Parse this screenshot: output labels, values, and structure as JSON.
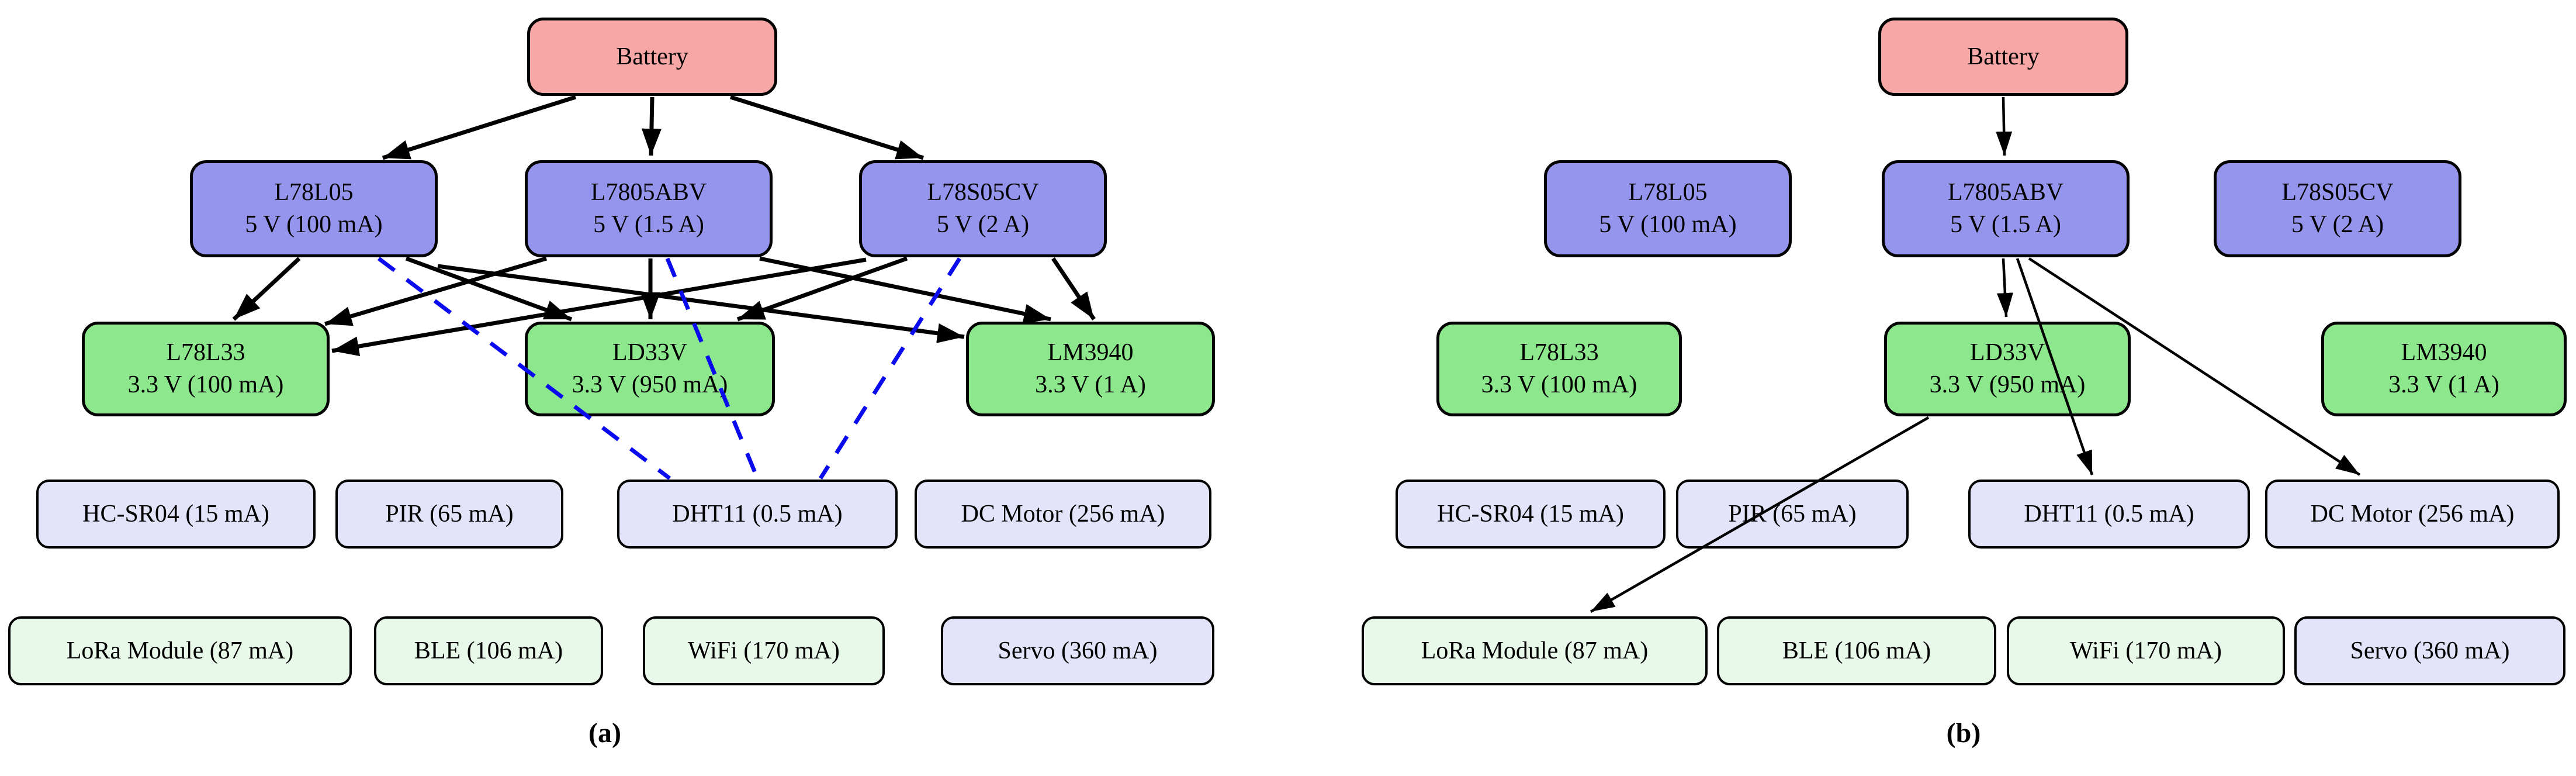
{
  "figure": {
    "palette": {
      "battery": "#F8A7A7",
      "regulator5v": "#9595ED",
      "regulator3v3": "#8DE88D",
      "lavender": "#E3E3FA",
      "mint": "#E9F9E9",
      "edge_solid": "#000000",
      "edge_dashed_blue": "#0A0AEE"
    },
    "panels": [
      {
        "id": "a",
        "caption": "(a)",
        "nodes": [
          {
            "id": "battery",
            "lines": [
              "Battery"
            ],
            "color": "battery"
          },
          {
            "id": "l78l05",
            "lines": [
              "L78L05",
              "5 V (100 mA)"
            ],
            "color": "regulator5v"
          },
          {
            "id": "l7805abv",
            "lines": [
              "L7805ABV",
              "5 V (1.5 A)"
            ],
            "color": "regulator5v"
          },
          {
            "id": "l78s05cv",
            "lines": [
              "L78S05CV",
              "5 V (2 A)"
            ],
            "color": "regulator5v"
          },
          {
            "id": "l78l33",
            "lines": [
              "L78L33",
              "3.3 V (100 mA)"
            ],
            "color": "regulator3v3"
          },
          {
            "id": "ld33v",
            "lines": [
              "LD33V",
              "3.3 V (950 mA)"
            ],
            "color": "regulator3v3"
          },
          {
            "id": "lm3940",
            "lines": [
              "LM3940",
              "3.3 V (1 A)"
            ],
            "color": "regulator3v3"
          },
          {
            "id": "hcsr04",
            "lines": [
              "HC-SR04 (15 mA)"
            ],
            "color": "lavender"
          },
          {
            "id": "pir",
            "lines": [
              "PIR (65 mA)"
            ],
            "color": "lavender"
          },
          {
            "id": "dht11",
            "lines": [
              "DHT11 (0.5 mA)"
            ],
            "color": "lavender"
          },
          {
            "id": "dcmotor",
            "lines": [
              "DC Motor (256 mA)"
            ],
            "color": "lavender"
          },
          {
            "id": "lora",
            "lines": [
              "LoRa Module (87 mA)"
            ],
            "color": "mint"
          },
          {
            "id": "ble",
            "lines": [
              "BLE (106 mA)"
            ],
            "color": "mint"
          },
          {
            "id": "wifi",
            "lines": [
              "WiFi (170 mA)"
            ],
            "color": "mint"
          },
          {
            "id": "servo",
            "lines": [
              "Servo (360 mA)"
            ],
            "color": "lavender"
          }
        ],
        "edges": [
          {
            "from": "battery",
            "to": "l78l05",
            "style": "solid"
          },
          {
            "from": "battery",
            "to": "l7805abv",
            "style": "solid"
          },
          {
            "from": "battery",
            "to": "l78s05cv",
            "style": "solid"
          },
          {
            "from": "l78l05",
            "to": "l78l33",
            "style": "solid"
          },
          {
            "from": "l78l05",
            "to": "ld33v",
            "style": "solid"
          },
          {
            "from": "l78l05",
            "to": "lm3940",
            "style": "solid"
          },
          {
            "from": "l7805abv",
            "to": "l78l33",
            "style": "solid"
          },
          {
            "from": "l7805abv",
            "to": "ld33v",
            "style": "solid"
          },
          {
            "from": "l7805abv",
            "to": "lm3940",
            "style": "solid"
          },
          {
            "from": "l78s05cv",
            "to": "l78l33",
            "style": "solid"
          },
          {
            "from": "l78s05cv",
            "to": "ld33v",
            "style": "solid"
          },
          {
            "from": "l78s05cv",
            "to": "lm3940",
            "style": "solid"
          },
          {
            "from": "l78l05",
            "to": "dht11",
            "style": "dashed"
          },
          {
            "from": "l7805abv",
            "to": "dht11",
            "style": "dashed"
          },
          {
            "from": "l78s05cv",
            "to": "dht11",
            "style": "dashed"
          }
        ]
      },
      {
        "id": "b",
        "caption": "(b)",
        "nodes": [
          {
            "id": "battery",
            "lines": [
              "Battery"
            ],
            "color": "battery"
          },
          {
            "id": "l78l05",
            "lines": [
              "L78L05",
              "5 V (100 mA)"
            ],
            "color": "regulator5v"
          },
          {
            "id": "l7805abv",
            "lines": [
              "L7805ABV",
              "5 V (1.5 A)"
            ],
            "color": "regulator5v"
          },
          {
            "id": "l78s05cv",
            "lines": [
              "L78S05CV",
              "5 V (2 A)"
            ],
            "color": "regulator5v"
          },
          {
            "id": "l78l33",
            "lines": [
              "L78L33",
              "3.3 V (100 mA)"
            ],
            "color": "regulator3v3"
          },
          {
            "id": "ld33v",
            "lines": [
              "LD33V",
              "3.3 V (950 mA)"
            ],
            "color": "regulator3v3"
          },
          {
            "id": "lm3940",
            "lines": [
              "LM3940",
              "3.3 V (1 A)"
            ],
            "color": "regulator3v3"
          },
          {
            "id": "hcsr04",
            "lines": [
              "HC-SR04 (15 mA)"
            ],
            "color": "lavender"
          },
          {
            "id": "pir",
            "lines": [
              "PIR (65 mA)"
            ],
            "color": "lavender"
          },
          {
            "id": "dht11",
            "lines": [
              "DHT11 (0.5 mA)"
            ],
            "color": "lavender"
          },
          {
            "id": "dcmotor",
            "lines": [
              "DC Motor (256 mA)"
            ],
            "color": "lavender"
          },
          {
            "id": "lora",
            "lines": [
              "LoRa Module (87 mA)"
            ],
            "color": "mint"
          },
          {
            "id": "ble",
            "lines": [
              "BLE (106 mA)"
            ],
            "color": "mint"
          },
          {
            "id": "wifi",
            "lines": [
              "WiFi (170 mA)"
            ],
            "color": "mint"
          },
          {
            "id": "servo",
            "lines": [
              "Servo (360 mA)"
            ],
            "color": "lavender"
          }
        ],
        "edges": [
          {
            "from": "battery",
            "to": "l7805abv",
            "style": "solid"
          },
          {
            "from": "l7805abv",
            "to": "ld33v",
            "style": "solid"
          },
          {
            "from": "l7805abv",
            "to": "dht11",
            "style": "solid"
          },
          {
            "from": "l7805abv",
            "to": "dcmotor",
            "style": "solid"
          },
          {
            "from": "ld33v",
            "to": "lora",
            "style": "solid"
          }
        ]
      }
    ]
  }
}
